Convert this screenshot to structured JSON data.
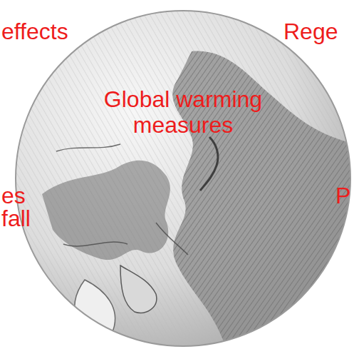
{
  "diagram": {
    "nodes": [
      {
        "text": [
          "Global warming measures"
        ]
      }
    ],
    "labels": [
      "effects",
      "Rege",
      "es",
      "fall",
      "P"
    ]
  }
}
